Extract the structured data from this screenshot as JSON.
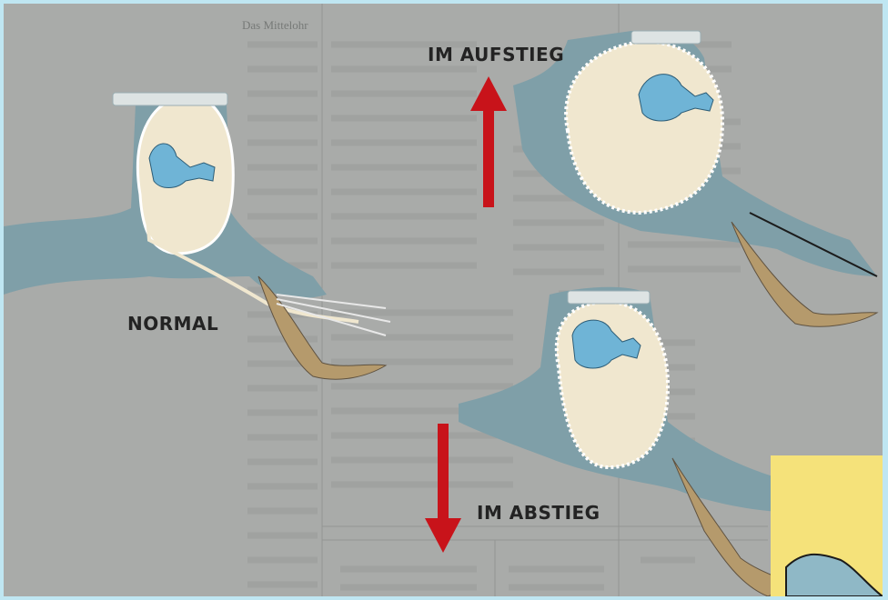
{
  "diagram": {
    "labels": {
      "normal": "NORMAL",
      "ascent": "IM AUFSTIEG",
      "descent": "IM ABSTIEG"
    },
    "colors": {
      "background_page": "#a9aba9",
      "arrow_red": "#c8131a",
      "bone_gray": "#7f9fa8",
      "cavity_cream": "#f0e7cf",
      "ossicle_blue": "#6fb4d6",
      "tube_tan": "#b59a6c",
      "inset_yellow": "#f5e27a"
    },
    "background_text": {
      "col1_heading": "Das Mittelohr"
    }
  }
}
